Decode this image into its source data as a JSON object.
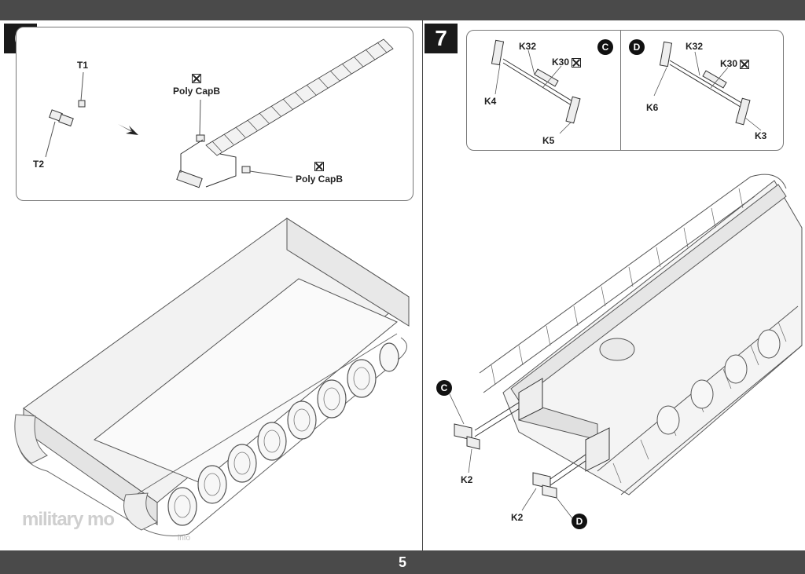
{
  "page": {
    "number": "5"
  },
  "step6": {
    "number": "6",
    "labels": {
      "t1": "T1",
      "t2": "T2",
      "polycap_top": "Poly CapB",
      "polycap_bottom": "Poly CapB"
    }
  },
  "step7": {
    "number": "7",
    "detail_c": {
      "marker": "C",
      "k32": "K32",
      "k30": "K30",
      "k4": "K4",
      "k5": "K5"
    },
    "detail_d": {
      "marker": "D",
      "k32": "K32",
      "k30": "K30",
      "k6": "K6",
      "k3": "K3"
    },
    "main": {
      "marker_c": "C",
      "marker_d": "D",
      "k2_left": "K2",
      "k2_bottom": "K2"
    }
  },
  "watermark": {
    "text": "military mo",
    "sub": "info"
  },
  "icons": {
    "no_glue": "no-glue-icon",
    "arrow": "assembly-arrow-icon"
  }
}
